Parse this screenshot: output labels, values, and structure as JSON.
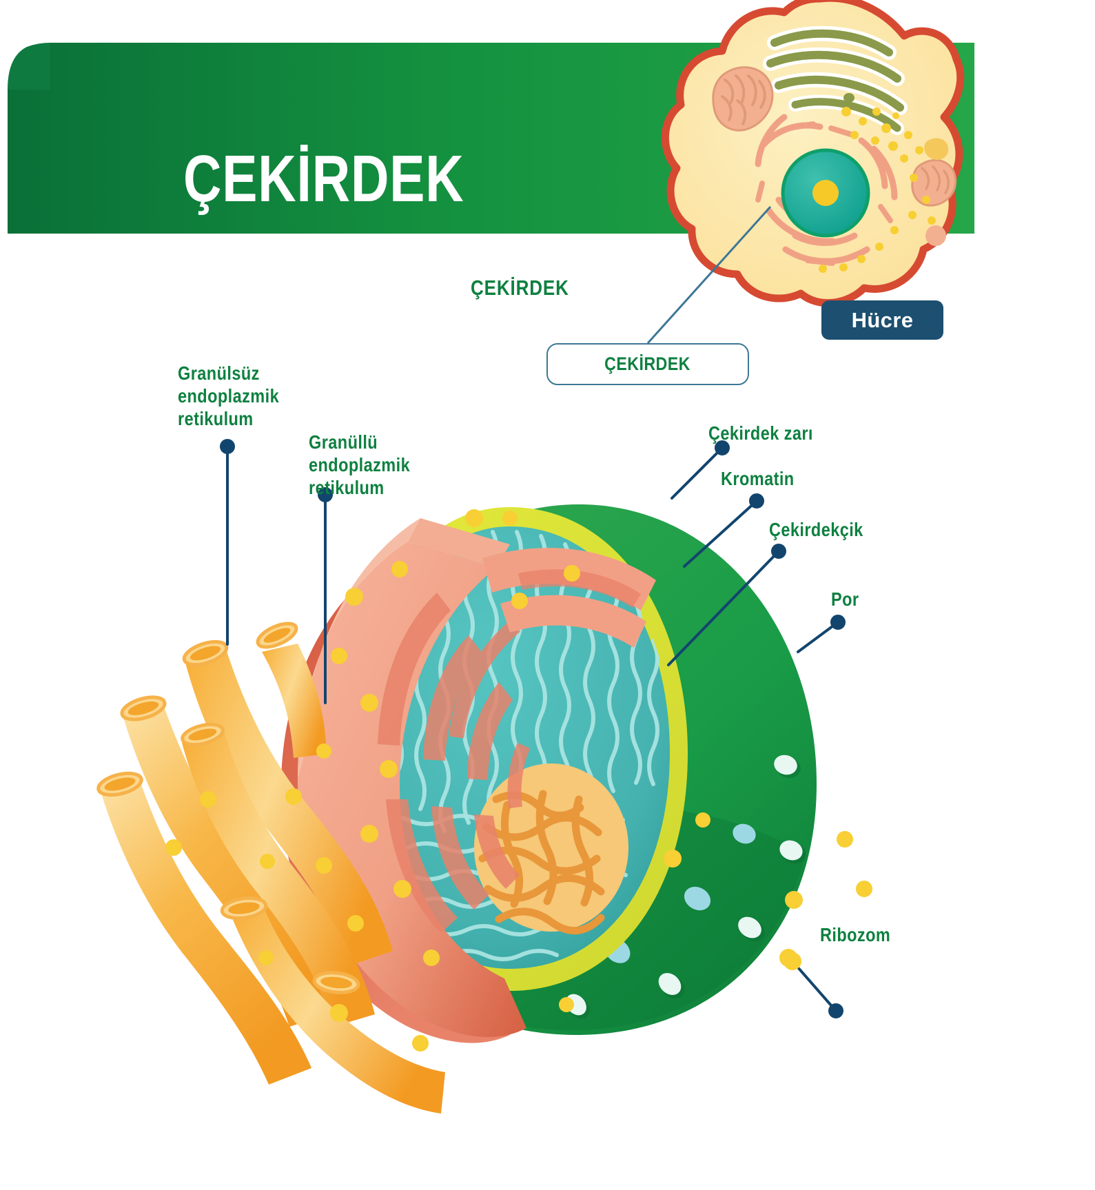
{
  "banner": {
    "title": "ÇEKİRDEK",
    "bg_color_light": "#16a34a",
    "bg_color_dark": "#0c7a3d",
    "fold_color": "#0e7a40",
    "text_color": "#ffffff"
  },
  "inset": {
    "organelle_label": "ÇEKİRDEK",
    "boxed_label": "ÇEKİRDEK",
    "badge_label": "Hücre",
    "badge_bg": "#1c4f70",
    "badge_text_color": "#ffffff",
    "box_border_color": "#3d7796",
    "leader_color": "#3d7796",
    "cell_membrane_color": "#d04a33",
    "cytoplasm_color": "#fbe6a8",
    "golgi_color": "#8a9a4a",
    "mitochondria_color": "#f0a98a",
    "nucleus_color": "#1bac9a",
    "nucleolus_color": "#f7c928",
    "er_color": "#ef9b80",
    "ribosome_color": "#f5c72b"
  },
  "label_color": "#0e8040",
  "leader_color": "#12456e",
  "labels": [
    {
      "id": "smooth-er",
      "text": "Granülsüz\nendoplazmik\nretikulum"
    },
    {
      "id": "rough-er",
      "text": "Granüllü\nendoplazmik\nretikulum"
    },
    {
      "id": "nuclear-envelope",
      "text": "Çekirdek zarı"
    },
    {
      "id": "chromatin",
      "text": "Kromatin"
    },
    {
      "id": "nucleolus",
      "text": "Çekirdekçik"
    },
    {
      "id": "pore",
      "text": "Por"
    },
    {
      "id": "ribosome",
      "text": "Ribozom"
    }
  ],
  "nucleus_diagram": {
    "envelope_outer_color": "#189b4a",
    "envelope_shadow_color": "#0f7d3b",
    "envelope_rim_color": "#d7de35",
    "interior_color": "#47b5b2",
    "interior_shadow_color": "#2f9d9a",
    "chromatin_line_color": "#a9e4e2",
    "nucleolus_fill": "#f6c878",
    "nucleolus_stroke": "#e8973a",
    "pore_color": "#e8f6f3",
    "rough_er_color": "#f2a085",
    "rough_er_shadow": "#d4573d",
    "smooth_er_color": "#f5a531",
    "smooth_er_light": "#fde0a5",
    "ribosome_color": "#f8cf34"
  }
}
